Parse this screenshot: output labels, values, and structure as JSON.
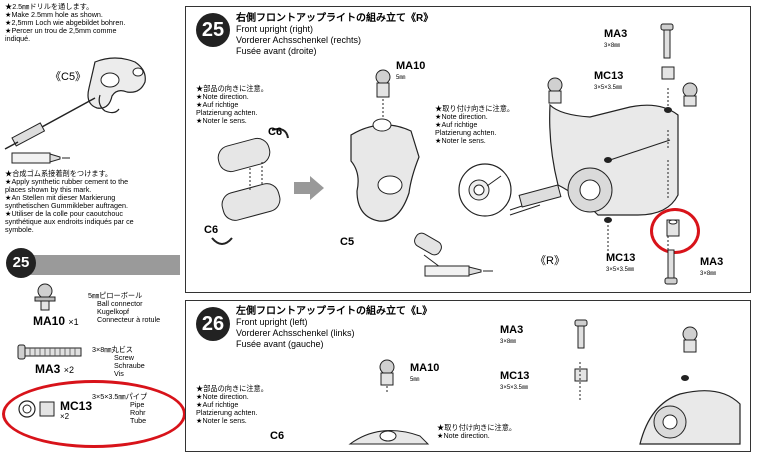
{
  "left_panel": {
    "drill_note": [
      "★2.5㎜ドリルを通します。",
      "★Make 2.5mm hole as shown.",
      "★2,5mm Loch wie abgebildet bohren.",
      "★Percer un trou de 2,5mm comme",
      "indiqué."
    ],
    "c5_label": "《C5》",
    "cement_note": [
      "★合成ゴム系接着剤をつけます。",
      "★Apply synthetic rubber cement to the",
      "places shown by this mark.",
      "★An Stellen mit dieser Markierung",
      "synthetischen Gummikleber auftragen.",
      "★Utiliser de la colle pour caoutchouc",
      "synthétique aux endroits indiqués par ce",
      "symbole."
    ],
    "bag_step": "25",
    "parts": [
      {
        "code": "MA10",
        "qty": "×1",
        "jp": "5㎜ピローボール",
        "en": "Ball connector",
        "de": "Kugelkopf",
        "fr": "Connecteur à rotule"
      },
      {
        "code": "MA3",
        "qty": "×2",
        "jp": "3×8㎜丸ビス",
        "en": "Screw",
        "de": "Schraube",
        "fr": "Vis"
      },
      {
        "code": "MC13",
        "qty": "×2",
        "jp": "3×5×3.5㎜パイプ",
        "en": "Pipe",
        "de": "Rohr",
        "fr": "Tube"
      }
    ]
  },
  "step25": {
    "number": "25",
    "title_jp": "右側フロントアップライトの組み立て《R》",
    "title_en": "Front upright (right)",
    "title_de": "Vorderer Achsschenkel (rechts)",
    "title_fr": "Fusée avant (droite)",
    "direction_note": [
      "★部品の向きに注意。",
      "★Note direction.",
      "★Auf richtige",
      "Platzierung achten.",
      "★Noter le sens."
    ],
    "mount_note": [
      "★取り付け向きに注意。",
      "★Note direction.",
      "★Auf richtige",
      "Platzierung achten.",
      "★Noter le sens."
    ],
    "labels": {
      "c6_top": "C6",
      "c6_bottom": "C6",
      "c5": "C5",
      "ma10": "MA10",
      "ma10_sub": "5㎜",
      "ma3_top": "MA3",
      "ma3_top_sub": "3×8㎜",
      "mc13_top": "MC13",
      "mc13_top_sub": "3×5×3.5㎜",
      "mc13_bottom": "MC13",
      "mc13_bottom_sub": "3×5×3.5㎜",
      "ma3_bottom": "MA3",
      "ma3_bottom_sub": "3×8㎜",
      "side": "《R》"
    }
  },
  "step26": {
    "number": "26",
    "title_jp": "左側フロントアップライトの組み立て《L》",
    "title_en": "Front upright (left)",
    "title_de": "Vorderer Achsschenkel (links)",
    "title_fr": "Fusée avant (gauche)",
    "direction_note": [
      "★部品の向きに注意。",
      "★Note direction.",
      "★Auf richtige",
      "Platzierung achten.",
      "★Noter le sens."
    ],
    "mount_note": [
      "★取り付け向きに注意。",
      "★Note direction."
    ],
    "labels": {
      "ma10": "MA10",
      "ma10_sub": "5㎜",
      "ma3": "MA3",
      "ma3_sub": "3×8㎜",
      "mc13": "MC13",
      "mc13_sub": "3×5×3.5㎜",
      "c6": "C6"
    }
  },
  "colors": {
    "highlight": "#d8131a",
    "bag_bar": "#9a9a9a",
    "panel_border": "#333333"
  }
}
